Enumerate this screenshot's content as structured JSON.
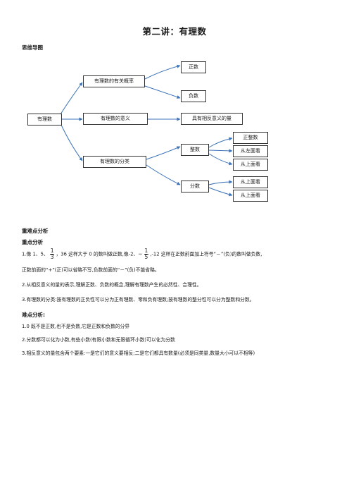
{
  "title": "第二讲：有理数",
  "mindmap": {
    "heading": "思维导图",
    "root": "有理数",
    "branch1": "有理数的有关概率",
    "branch1_children": [
      "正数",
      "负数"
    ],
    "branch2": "有理数的意义",
    "branch2_child": "具有相反意义的量",
    "branch3": "有理数的分类",
    "integer": "整数",
    "integer_children": [
      "正整数",
      "从左面看",
      "从上面看"
    ],
    "fraction": "分数",
    "fraction_children": [
      "从上面看",
      "从上面看"
    ]
  },
  "focus": {
    "heading": "重难点分析",
    "key_heading": "重点分析",
    "p1_a": "1.像 1、5、",
    "frac1_num": "1",
    "frac1_den": "3",
    "p1_b": "，36 这样大于 0 的数叫做正数,像-2、",
    "p1_neg": "−",
    "frac2_num": "1",
    "frac2_den": "5",
    "p1_c": ",-12 这样在正数前面加上符号“－”(负)的数叫做负数,",
    "p1_d": "正数前面的“+”(正)可以省略不写,负数前面的“－”(负)不能省略。",
    "p2": "2.从相反意义的量的表示,理解正数、负数的概念,理解有理数产生的必然性、合理性。",
    "p3": "3.有理数的分类:按有理数的正负性可以分为正有理数、零和负有理数;按有理数的整分性可以分为整数和分数。",
    "difficulty_heading": "难点分析:",
    "d1": "1.0 既不是正数,也不是负数,它是正数和负数的分界",
    "d2": "2.分数都可以化为小数,有些小数(有限小数和无限循环小数)可以化为分数",
    "d3": "3.相反意义的量包含两个要素:一是它们的意义要相反;二是它们都具有数量(必须是同类量,数量大小可以不相等)"
  }
}
